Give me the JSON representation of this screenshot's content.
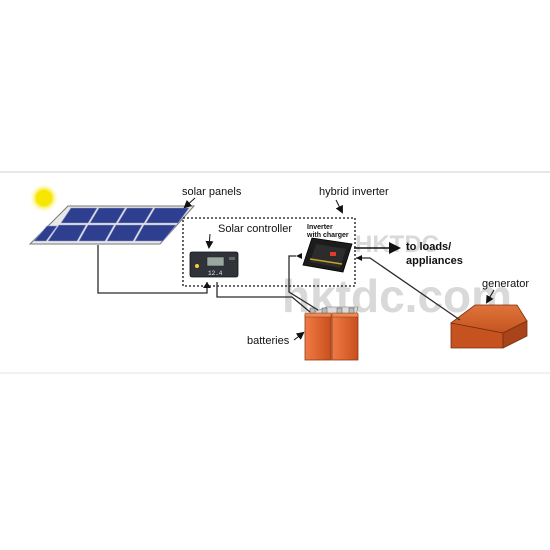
{
  "labels": {
    "solar_panels": "solar panels",
    "hybrid_inverter": "hybrid inverter",
    "solar_controller": "Solar controller",
    "inverter_device_line1": "Inverter",
    "inverter_device_line2": "with charger",
    "to_loads_line1": "to loads/",
    "to_loads_line2": "appliances",
    "generator": "generator",
    "batteries": "batteries",
    "controller_display": "12.4",
    "watermark_top": "HKTDC",
    "watermark_bottom": "hktdc.com"
  },
  "colors": {
    "sun": "#f7e600",
    "sun_glow": "#fff7a8",
    "panel_cell": "#2f3f8f",
    "battery": "#e0622a",
    "generator": "#c6521f",
    "controller": "#30343a",
    "inverter": "#1c1c1c",
    "wire": "#2b2b2b"
  }
}
